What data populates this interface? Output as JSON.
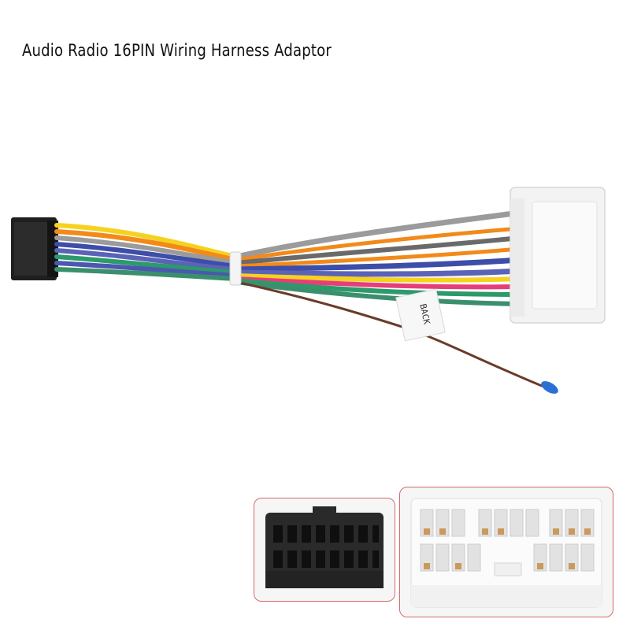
{
  "title": "Audio Radio 16PIN Wiring Harness Adaptor",
  "label_text": "BACK",
  "colors": {
    "wires": [
      "#f5d21f",
      "#f28a1a",
      "#9b9b9b",
      "#3d4ea8",
      "#2c9a6a",
      "#5b63b8",
      "#e63e7a",
      "#6a3b2a",
      "#2b7bd8"
    ],
    "connector_black": "#222222",
    "connector_white": "#f3f3f3",
    "inset_border": "#d46a6a"
  },
  "icons": [
    "black-16pin-connector",
    "white-oem-connector",
    "blue-bullet-connector"
  ]
}
